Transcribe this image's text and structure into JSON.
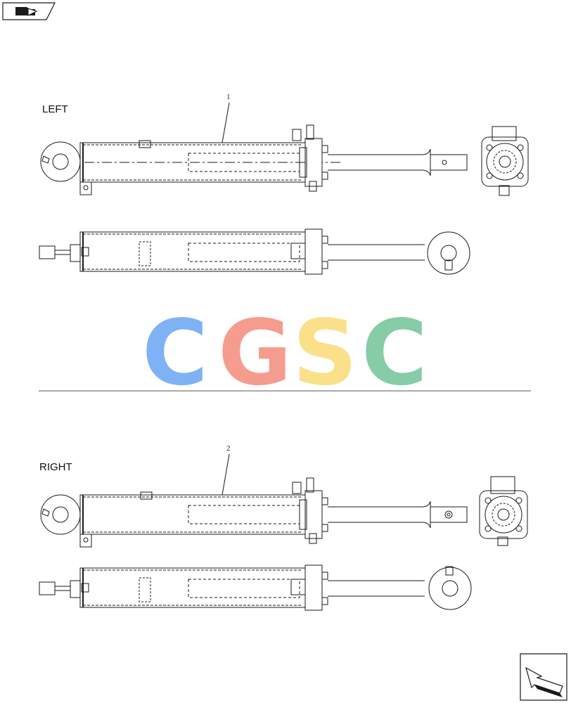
{
  "labels": {
    "left": "LEFT",
    "right": "RIGHT"
  },
  "callouts": {
    "left_ref": "1",
    "right_ref": "2"
  },
  "watermark": {
    "letters": [
      "C",
      "G",
      "S",
      "C"
    ],
    "colors": [
      "#7fb2f5",
      "#f59c8e",
      "#fbe08a",
      "#86cca6"
    ]
  },
  "icons": {
    "top_nav": "previous-page-arrow-icon",
    "bottom_nav": "next-page-arrow-icon"
  },
  "colors": {
    "line": "#1a1a1a"
  }
}
